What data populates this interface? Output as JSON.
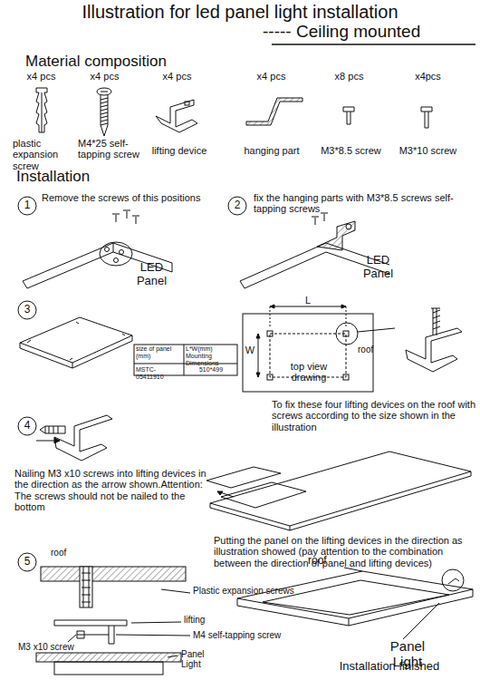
{
  "diagram": {
    "title": "Illustration for led panel light installation",
    "labels": [
      "----- Ceiling mounted",
      "Material composition",
      "x4 pcs",
      "x4 pcs",
      "x4 pcs",
      "x4 pcs",
      "x8 pcs",
      "x4pcs",
      "plastic expansion screw",
      "M4*25 self-tapping screw",
      "lifting device",
      "hanging part",
      "M3*8.5 screw",
      "M3*10 screw",
      "Installation",
      "1",
      "Remove the screws of this positions",
      "LED Panel",
      "2",
      "fix the hanging parts with  M3*8.5 screws self-tapping screws",
      "LED Panel",
      "3",
      "size of panel (mm)",
      "L*W(mm) Mounting Dimensions",
      "MSTC-05411910",
      "510*499",
      "L",
      "W",
      "top view drawing",
      "roof",
      "To fix these four lifting devices on the roof with screws according to the size shown in the illustration",
      "4",
      "Nailing M3 x10 screws into lifting devices in the direction as the arrow shown.Attention: The screws should not be nailed to the bottom",
      "Putting the panel on the lifting devices in the direction as illustration showed (pay attention to the combination between the direction of panel and lifting devices)",
      "5",
      "roof",
      "Plastic expansion screws",
      "lifting",
      "M4 self-tapping screw",
      "M3 x10 screw",
      "Panel Light",
      "roof",
      "Panel Light",
      "Installation finished"
    ]
  }
}
